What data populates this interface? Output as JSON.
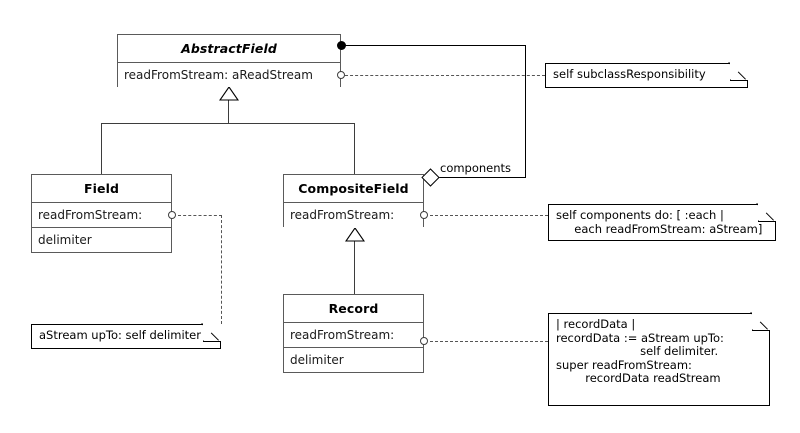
{
  "diagram": {
    "title": "AbstractField composite pattern class diagram",
    "background_color": "#ffffff",
    "line_color": "#3d3d3d",
    "note_border_color": "#000000"
  },
  "classes": [
    {
      "id": "abstract-field",
      "name": "AbstractField",
      "abstract": true,
      "features": [
        "readFromStream: aReadStream"
      ]
    },
    {
      "id": "field",
      "name": "Field",
      "abstract": false,
      "features": [
        "readFromStream:",
        "delimiter"
      ]
    },
    {
      "id": "composite-field",
      "name": "CompositeField",
      "abstract": false,
      "features": [
        "readFromStream:"
      ]
    },
    {
      "id": "record",
      "name": "Record",
      "abstract": false,
      "features": [
        "readFromStream:",
        "delimiter"
      ]
    }
  ],
  "notes": [
    {
      "id": "note-abstract-field",
      "text": "self subclassResponsibility",
      "attached_to": "abstract-field"
    },
    {
      "id": "note-composite-field",
      "text": "self components do: [ :each |\n     each readFromStream: aStream]",
      "attached_to": "composite-field"
    },
    {
      "id": "note-field",
      "text": "aStream upTo: self delimiter",
      "attached_to": "field"
    },
    {
      "id": "note-record",
      "text": "| recordData |\nrecordData := aStream upTo:\n                       self delimiter.\nsuper readFromStream:\n        recordData readStream",
      "attached_to": "record"
    }
  ],
  "associations": [
    {
      "id": "composition-components",
      "label": "components",
      "kind": "aggregation",
      "source": "abstract-field",
      "target": "composite-field"
    }
  ],
  "generalizations": [
    {
      "id": "gen-field-abstractfield",
      "source": "field",
      "target": "abstract-field"
    },
    {
      "id": "gen-compositefield-abstractfield",
      "source": "composite-field",
      "target": "abstract-field"
    },
    {
      "id": "gen-record-compositefield",
      "source": "record",
      "target": "composite-field"
    }
  ]
}
